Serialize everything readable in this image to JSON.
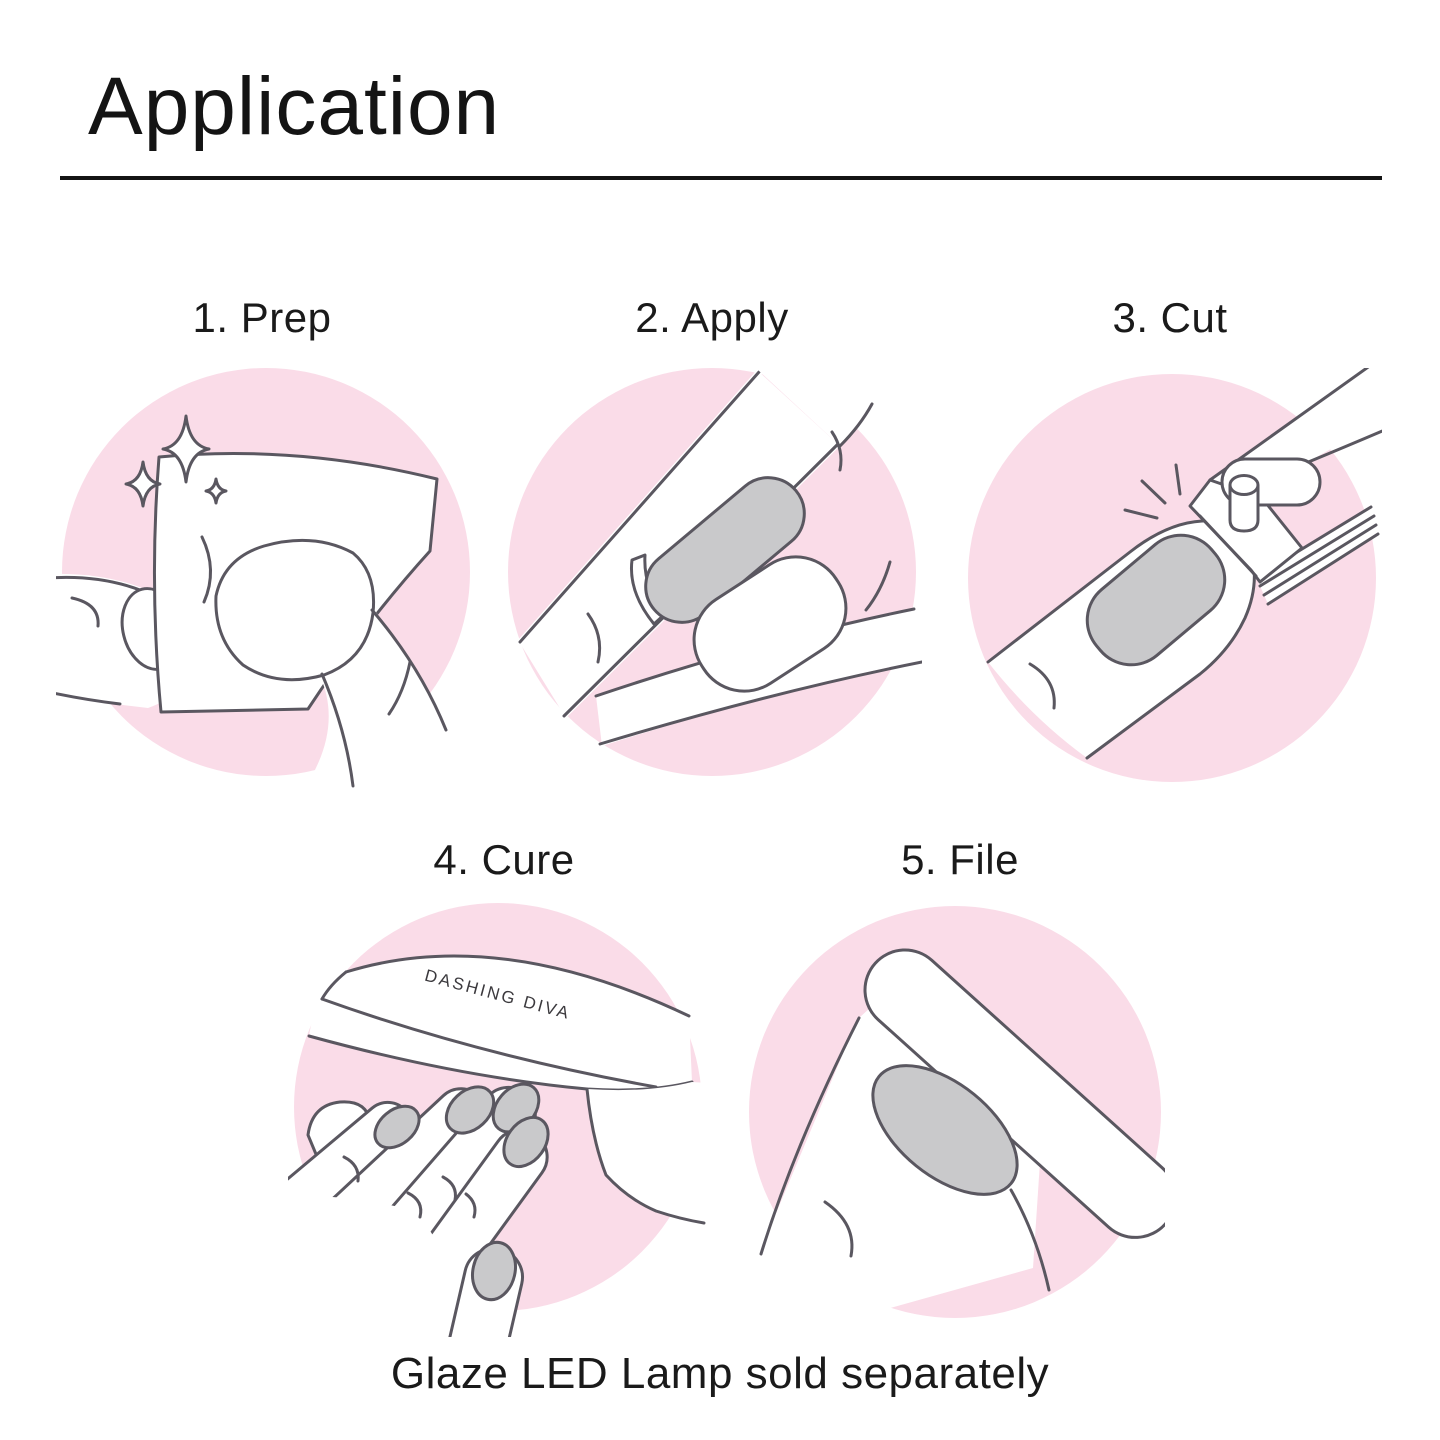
{
  "title": "Application",
  "steps": [
    {
      "number": "1",
      "name": "Prep",
      "label": "1. Prep"
    },
    {
      "number": "2",
      "name": "Apply",
      "label": "2. Apply"
    },
    {
      "number": "3",
      "name": "Cut",
      "label": "3. Cut"
    },
    {
      "number": "4",
      "name": "Cure",
      "label": "4. Cure"
    },
    {
      "number": "5",
      "name": "File",
      "label": "5. File"
    }
  ],
  "lamp_brand": "DASHING DIVA",
  "footer_note": "Glaze LED Lamp sold separately",
  "colors": {
    "background": "#FFFFFF",
    "pink_circle": "#FADCE8",
    "nail_gray": "#C9C9CB",
    "line_art_outline": "#5A5760",
    "text": "#1A1A1A"
  }
}
